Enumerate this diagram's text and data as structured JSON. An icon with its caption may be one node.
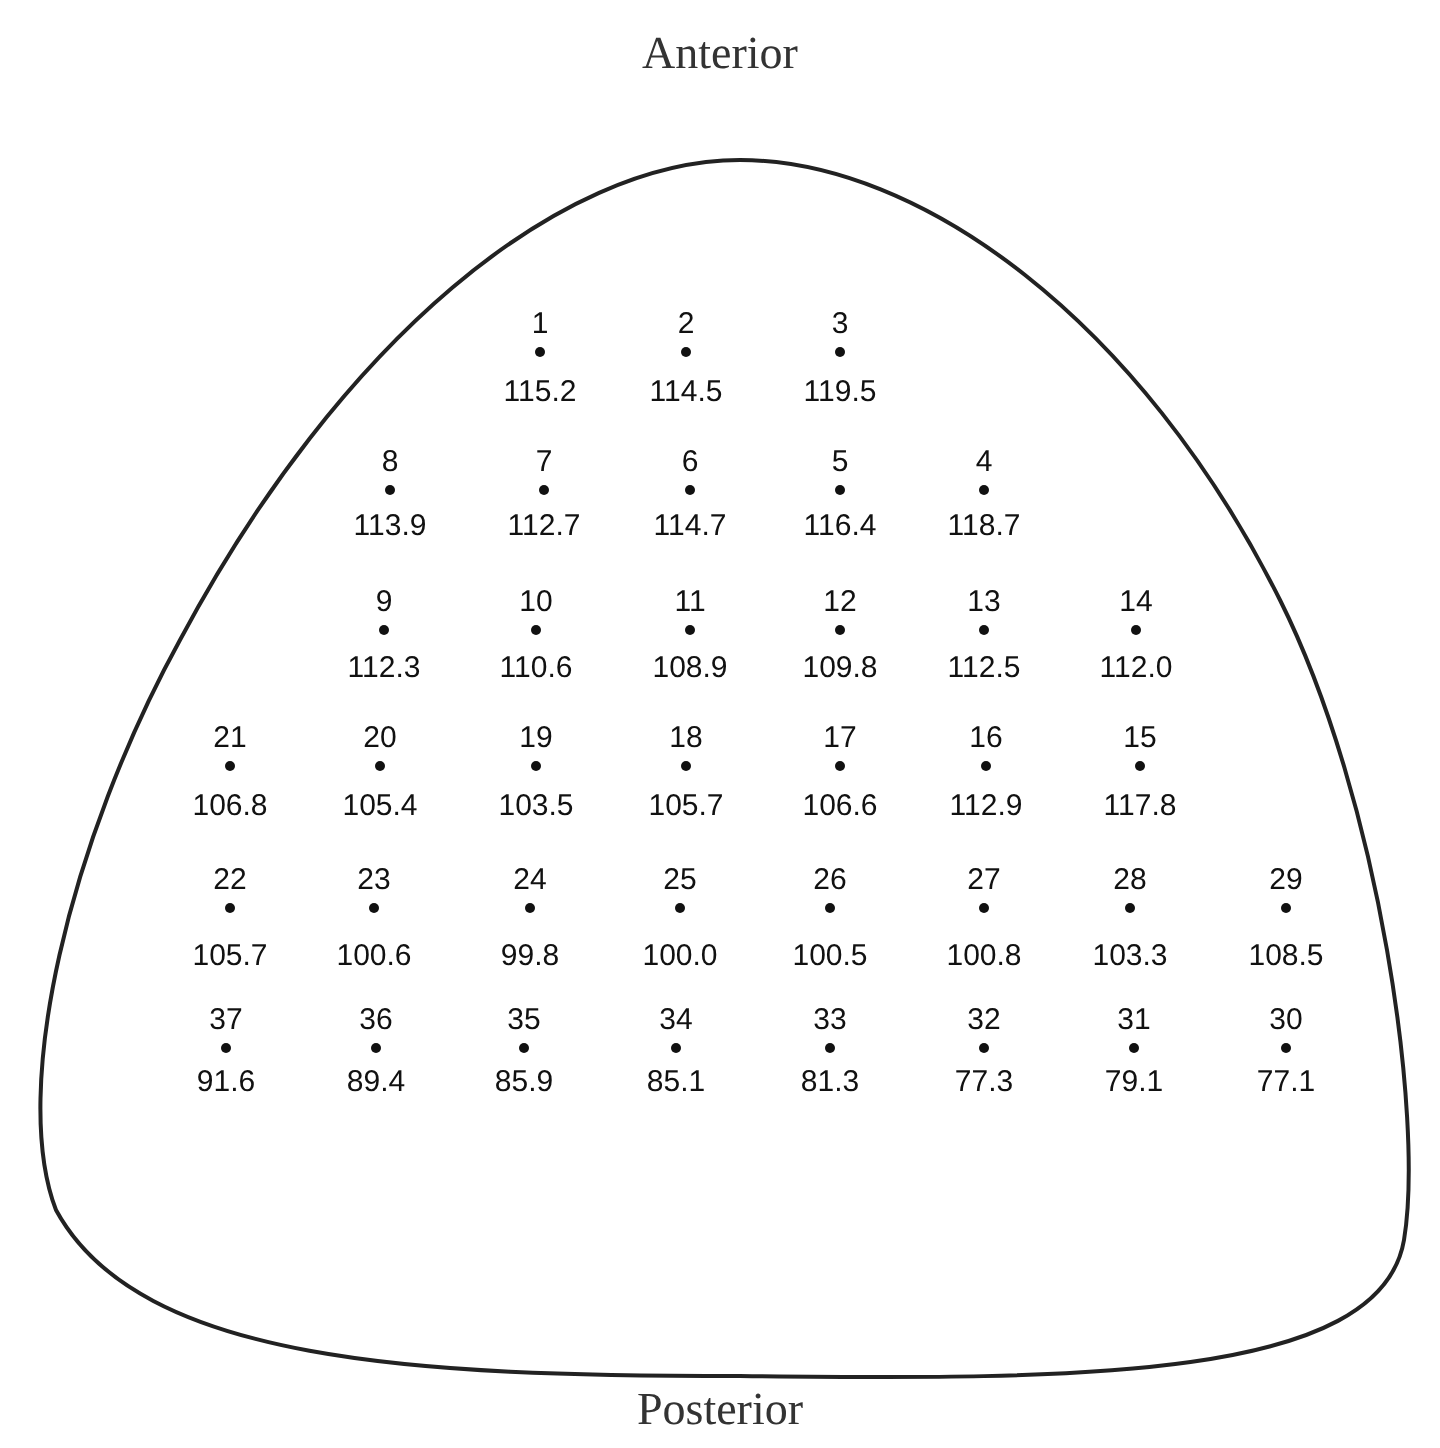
{
  "diagram": {
    "labels": [
      "Anterior",
      "1",
      "2",
      "3",
      "115.2",
      "114.5",
      "119.5",
      "8",
      "7",
      "6",
      "5",
      "4",
      "113.9",
      "112.7",
      "114.7",
      "116.4",
      "118.7",
      "9",
      "10",
      "11",
      "12",
      "13",
      "14",
      "112.3",
      "110.6",
      "108.9",
      "109.8",
      "112.5",
      "112.0",
      "21",
      "20",
      "19",
      "18",
      "17",
      "16",
      "15",
      "106.8",
      "105.4",
      "103.5",
      "105.7",
      "106.6",
      "112.9",
      "117.8",
      "22",
      "23",
      "24",
      "25",
      "26",
      "27",
      "28",
      "29",
      "105.7",
      "100.6",
      "99.8",
      "100.0",
      "100.5",
      "100.8",
      "103.3",
      "108.5",
      "37",
      "36",
      "35",
      "34",
      "33",
      "32",
      "31",
      "30",
      "91.6",
      "89.4",
      "85.9",
      "85.1",
      "81.3",
      "77.3",
      "79.1",
      "77.1",
      "Posterior"
    ]
  }
}
